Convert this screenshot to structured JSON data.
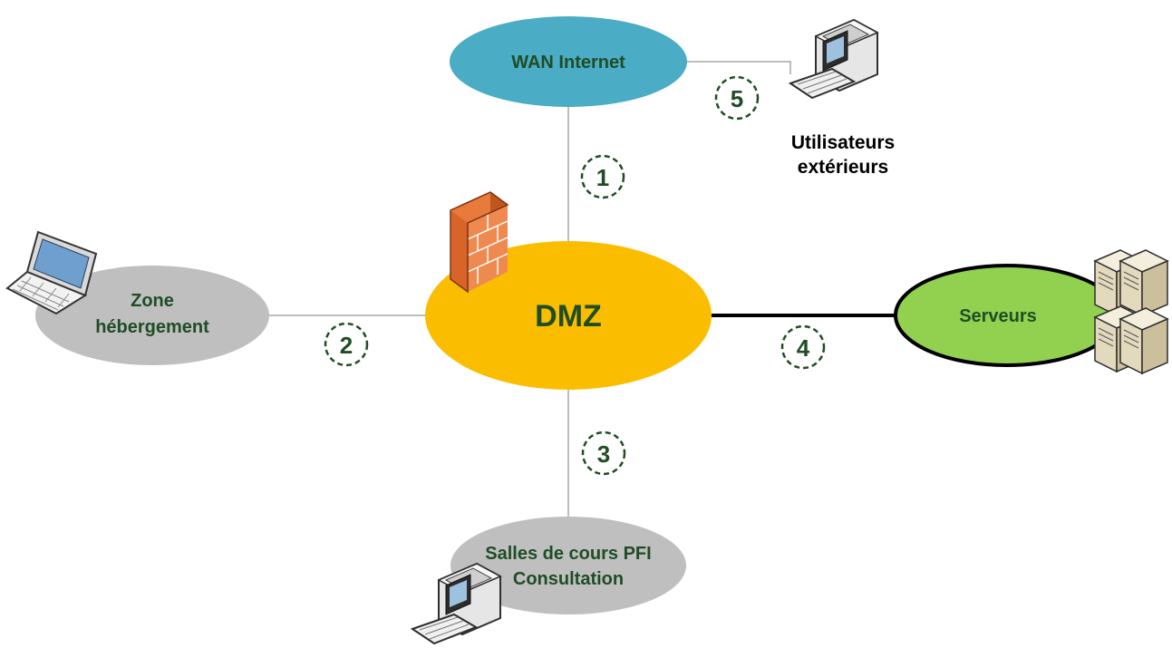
{
  "nodes": {
    "wan": {
      "label": "WAN Internet",
      "color": "#4bacc6"
    },
    "dmz": {
      "label": "DMZ",
      "color": "#fbbd00"
    },
    "hebergement": {
      "label_line1": "Zone",
      "label_line2": "hébergement",
      "color": "#bfbfbf"
    },
    "serveurs": {
      "label": "Serveurs",
      "color": "#92d050"
    },
    "salles": {
      "label_line1": "Salles de cours PFI",
      "label_line2": "Consultation",
      "color": "#bfbfbf"
    }
  },
  "external_users": {
    "label_line1": "Utilisateurs",
    "label_line2": "extérieurs"
  },
  "links": [
    {
      "number": "1",
      "between": "DMZ – WAN Internet"
    },
    {
      "number": "2",
      "between": "DMZ – Zone hébergement"
    },
    {
      "number": "3",
      "between": "DMZ – Salles de cours PFI Consultation"
    },
    {
      "number": "4",
      "between": "DMZ – Serveurs"
    },
    {
      "number": "5",
      "between": "WAN Internet – Utilisateurs extérieurs"
    }
  ],
  "icons": [
    "firewall-icon",
    "laptop-icon",
    "server-icon",
    "desktop-computer-icon"
  ],
  "colors": {
    "text": "#1f4d25",
    "badge_stroke": "#1f4d25",
    "line": "#a6a6a6",
    "server_link": "#000000"
  }
}
